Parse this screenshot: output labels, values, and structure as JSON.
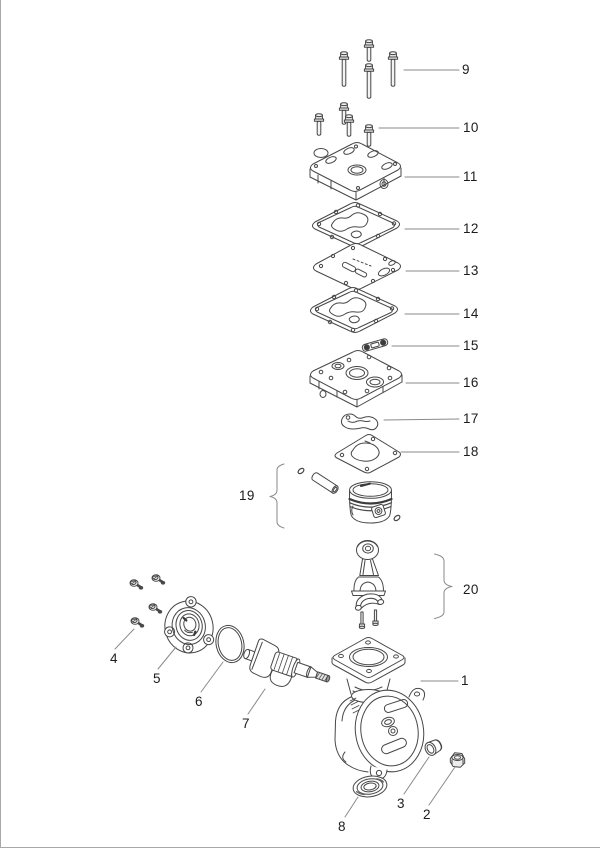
{
  "diagram": {
    "kind": "exploded-parts-diagram",
    "colors": {
      "background": "#ffffff",
      "frame_border": "#a8a8a8",
      "part_line": "#474747",
      "leader_line": "#8a8a8a",
      "label_text": "#1c1c1c"
    },
    "callouts": [
      {
        "number": "1",
        "part": "crankcase-assembly"
      },
      {
        "number": "2",
        "part": "hex-nut"
      },
      {
        "number": "3",
        "part": "spacer-bushing"
      },
      {
        "number": "4",
        "part": "cover-screws"
      },
      {
        "number": "5",
        "part": "bearing-end-cover"
      },
      {
        "number": "6",
        "part": "o-ring"
      },
      {
        "number": "7",
        "part": "crankshaft"
      },
      {
        "number": "8",
        "part": "seal-washer"
      },
      {
        "number": "9",
        "part": "long-head-bolts"
      },
      {
        "number": "10",
        "part": "short-head-bolts"
      },
      {
        "number": "11",
        "part": "cylinder-head-cover"
      },
      {
        "number": "12",
        "part": "head-gasket-upper"
      },
      {
        "number": "13",
        "part": "cooling-plate"
      },
      {
        "number": "14",
        "part": "head-gasket-lower"
      },
      {
        "number": "15",
        "part": "valve-stop"
      },
      {
        "number": "16",
        "part": "valve-plate-assembly"
      },
      {
        "number": "17",
        "part": "unloader-lever"
      },
      {
        "number": "18",
        "part": "cylinder-base-gasket"
      },
      {
        "number": "19",
        "part": "piston-kit"
      },
      {
        "number": "20",
        "part": "connecting-rod-kit"
      }
    ]
  }
}
